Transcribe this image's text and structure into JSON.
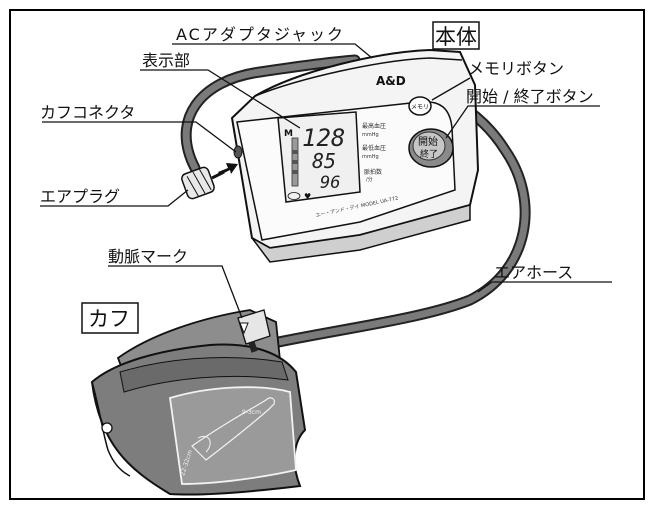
{
  "labels": {
    "ac_adapter_jack": "ACアダプタジャック",
    "main_unit": "本体",
    "display": "表示部",
    "memory_button": "メモリボタン",
    "cuff_connector": "カフコネクタ",
    "start_stop_button": "開始 / 終了ボタン",
    "air_plug": "エアプラグ",
    "artery_mark": "動脈マーク",
    "air_hose": "エアホース",
    "cuff": "カフ"
  },
  "device": {
    "brand": "A&D",
    "model": "エー・アンド・デイ  MODEL UA-772",
    "memory_button_label": "メモリ",
    "start_button_line1": "開始",
    "start_button_line2": "終了",
    "sys_label": "最高血圧",
    "dia_label": "最低血圧",
    "pulse_label": "脈拍数",
    "unit_mmhg": "mmHg",
    "pulse_unit": "/分",
    "mark_m": "M",
    "reading_sys": "128",
    "reading_dia": "85",
    "reading_pulse": "96",
    "pulse_symbol": "♥"
  },
  "cuff_print": {
    "range_top": "9-3cm",
    "range_side": "22-32cm"
  }
}
